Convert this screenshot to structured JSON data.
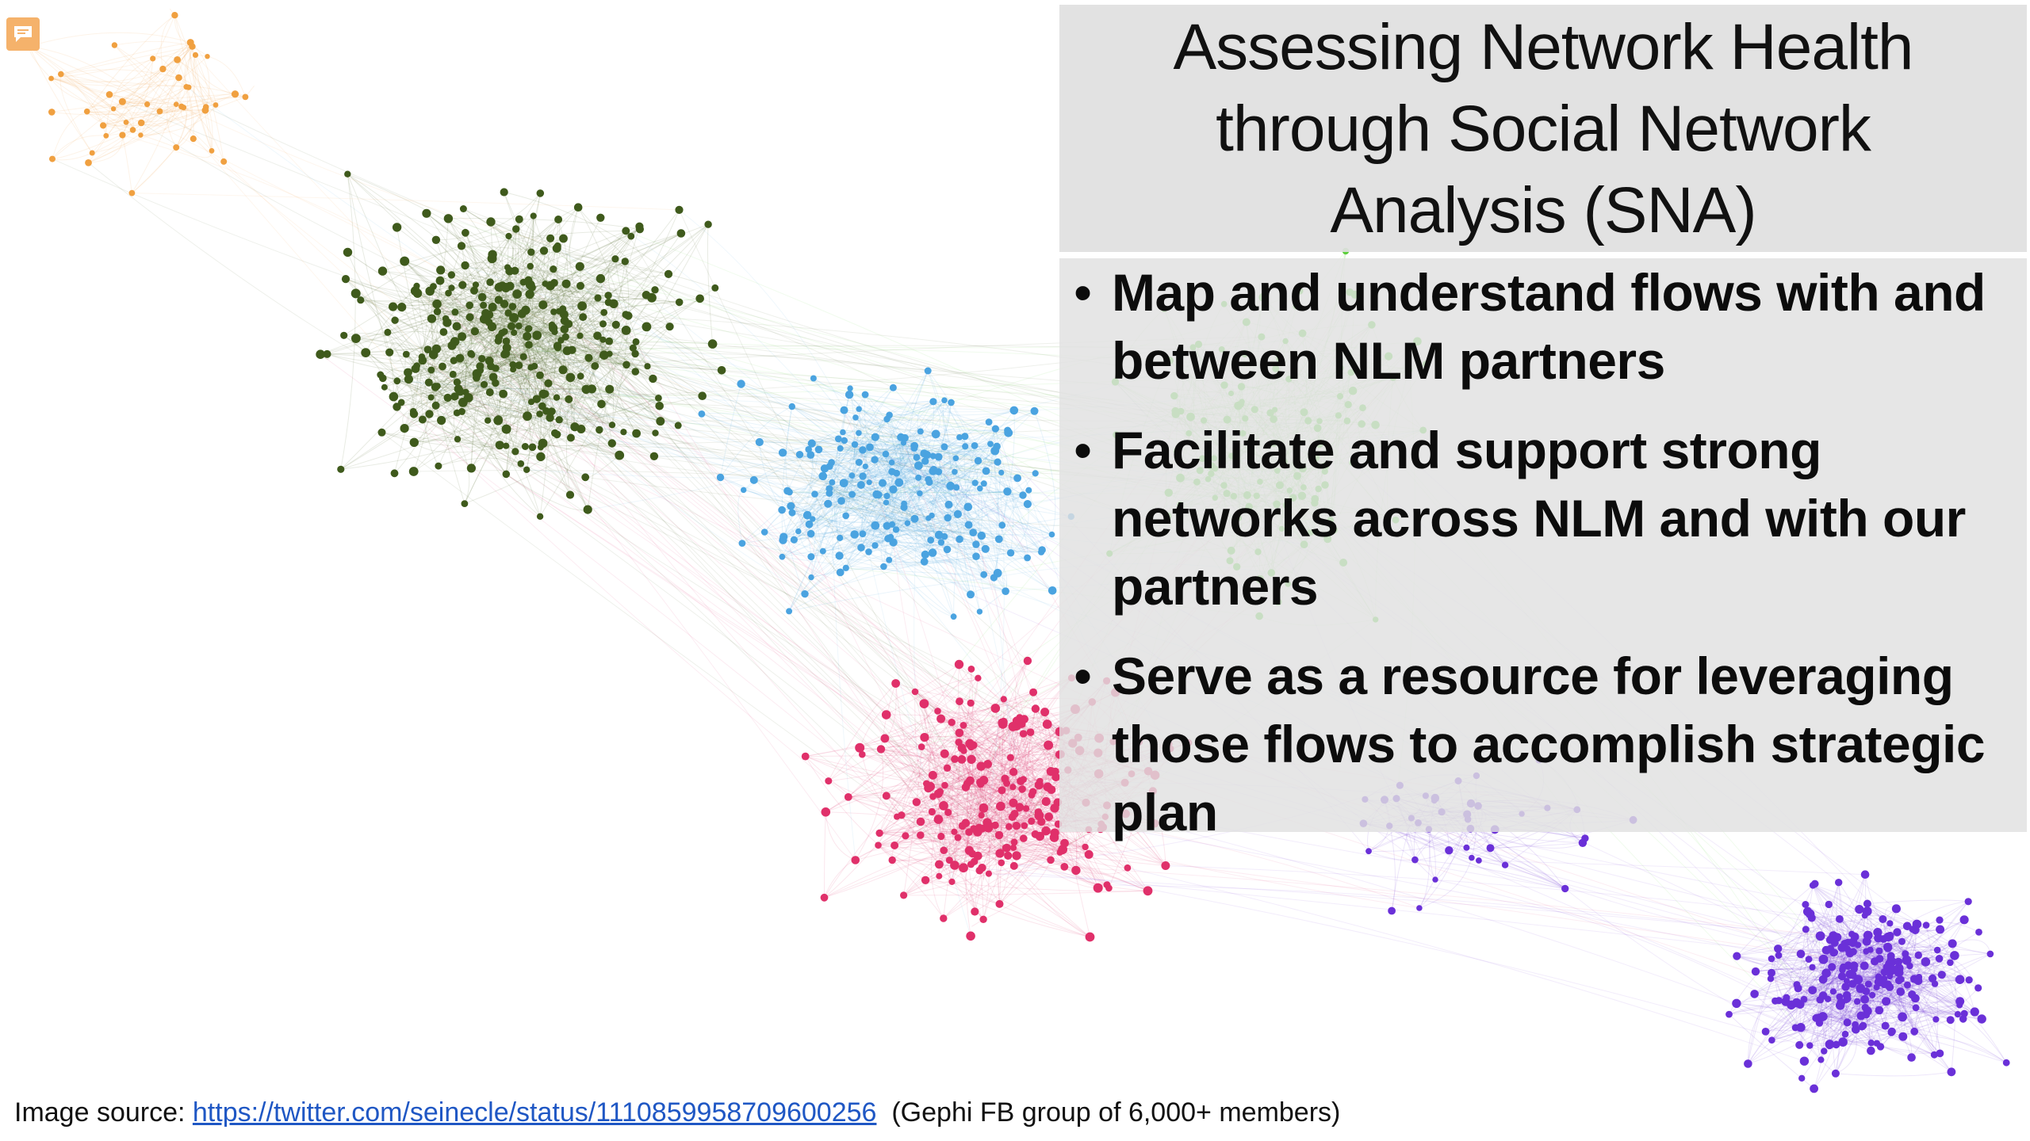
{
  "slide": {
    "title": "Assessing Network Health through Social Network Analysis (SNA)",
    "bullets": [
      "Map and understand flows with and between NLM partners",
      "Facilitate and support strong networks across NLM and with our partners",
      "Serve as a resource for leveraging those flows to accomplish strategic plan"
    ],
    "bullet_symbol": "•",
    "source": {
      "label": "Image source: ",
      "link_text": "https://twitter.com/seinecle/status/1110859958709600256",
      "note": "(Gephi FB group of 6,000+ members)"
    }
  },
  "icons": {
    "comment": "comment-icon"
  },
  "colors": {
    "orange_cluster": "#f0a040",
    "olive_cluster": "#3f5a1c",
    "blue_cluster": "#4aa3e0",
    "green_cluster": "#5ccf3c",
    "pink_cluster": "#e0306a",
    "purple_cluster": "#6a30d8",
    "title_box": "#e0e0e0",
    "link": "#1f57c4"
  }
}
